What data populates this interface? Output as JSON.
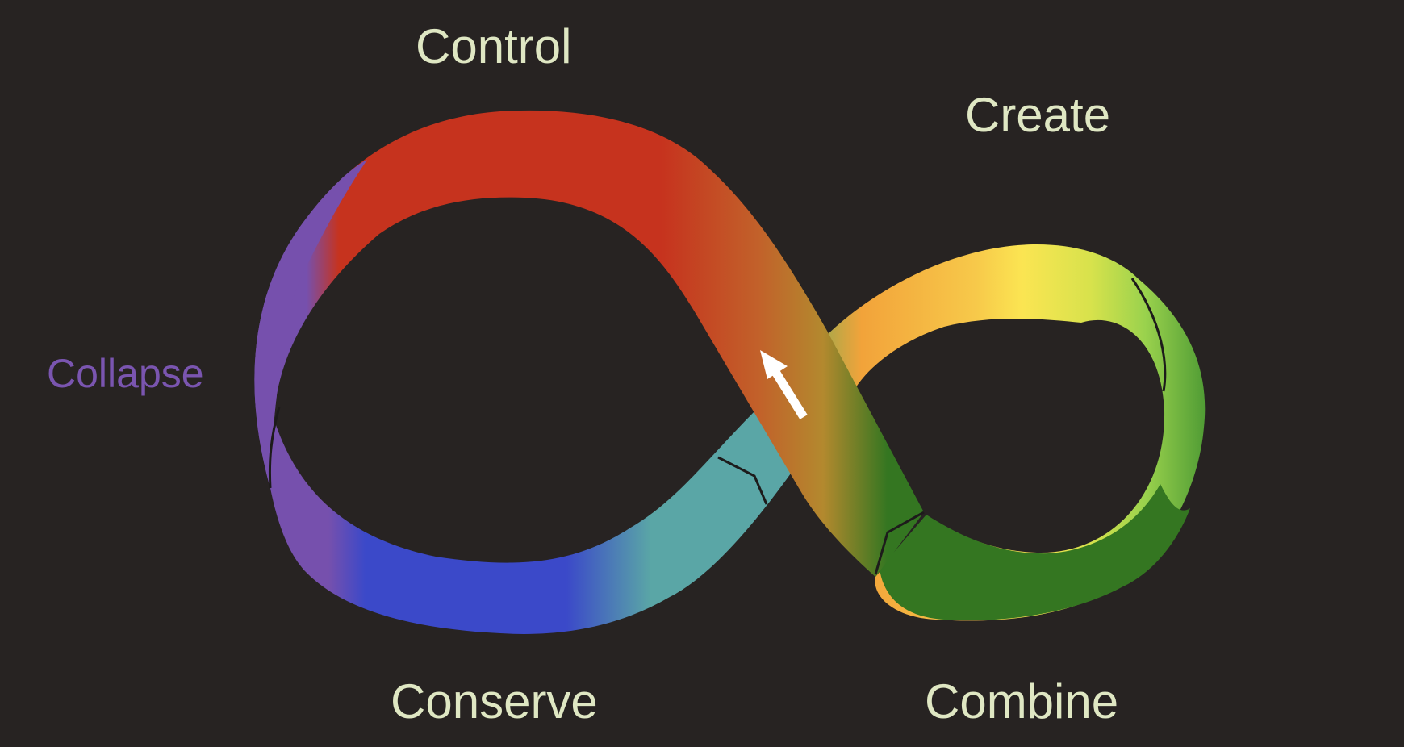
{
  "labels": {
    "control": "Control",
    "create": "Create",
    "collapse": "Collapse",
    "conserve": "Conserve",
    "combine": "Combine"
  },
  "colors": {
    "background": "#272322",
    "label_text": "#dfe7c3",
    "collapse_text": "#7a55b0",
    "control_red": "#c6331e",
    "conserve_blue": "#3b49c9",
    "teal": "#5aa6a6",
    "create_yellow": "#fbe552",
    "orange": "#f2a33a",
    "combine_green": "#347621",
    "lime": "#9ad24d",
    "collapse_purple": "#7650ad",
    "arrow": "#ffffff"
  }
}
